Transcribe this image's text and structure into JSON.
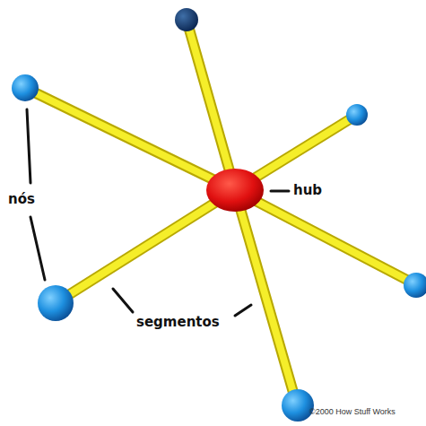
{
  "diagram": {
    "labels": [
      "nós",
      "hub",
      "segmentos",
      "©2000 How Stuff Works"
    ]
  }
}
